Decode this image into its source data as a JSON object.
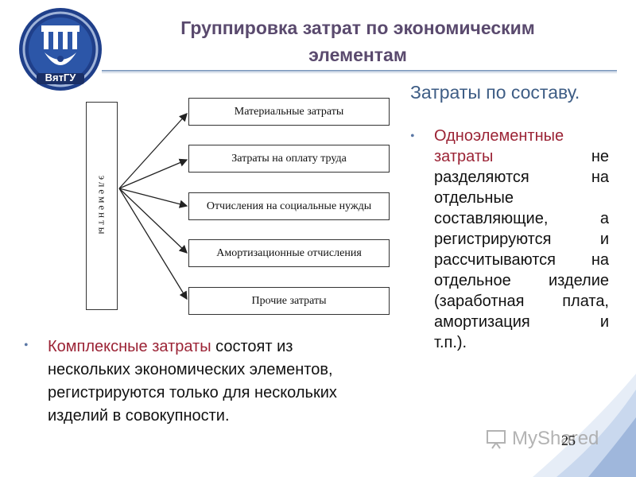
{
  "header": {
    "logo_text": "ВятГУ",
    "title_line1": "Группировка затрат по экономическим",
    "title_line2": "элементам"
  },
  "subheading": "Затраты по составу.",
  "diagram": {
    "root_label": "элементы",
    "items": [
      "Материальные затраты",
      "Затраты на оплату труда",
      "Отчисления на социальные нужды",
      "Амортизационные отчисления",
      "Прочие затраты"
    ]
  },
  "right_bullet": {
    "term_line1": "Одноэлементные",
    "term_line2": "затраты",
    "line2_rest": "не",
    "lines": [
      "разделяются на",
      "отдельные",
      "составляющие, а",
      "регистрируются и",
      "рассчитываются на",
      "отдельное изделие",
      "(заработная плата,",
      "амортизация и",
      "т.п.)."
    ]
  },
  "bottom_bullet": {
    "term": "Комплексные затраты",
    "line1_rest": " состоят из",
    "lines": [
      "нескольких экономических элементов,",
      "регистрируются только для нескольких",
      "изделий в совокупности."
    ]
  },
  "footer": {
    "watermark": "MyShared",
    "page_number": "25"
  },
  "colors": {
    "title": "#5a4a6e",
    "subheading": "#3e5d85",
    "term_highlight": "#9b2335",
    "bullet": "#5a77a5",
    "logo_ring": "#1f3f8a"
  }
}
